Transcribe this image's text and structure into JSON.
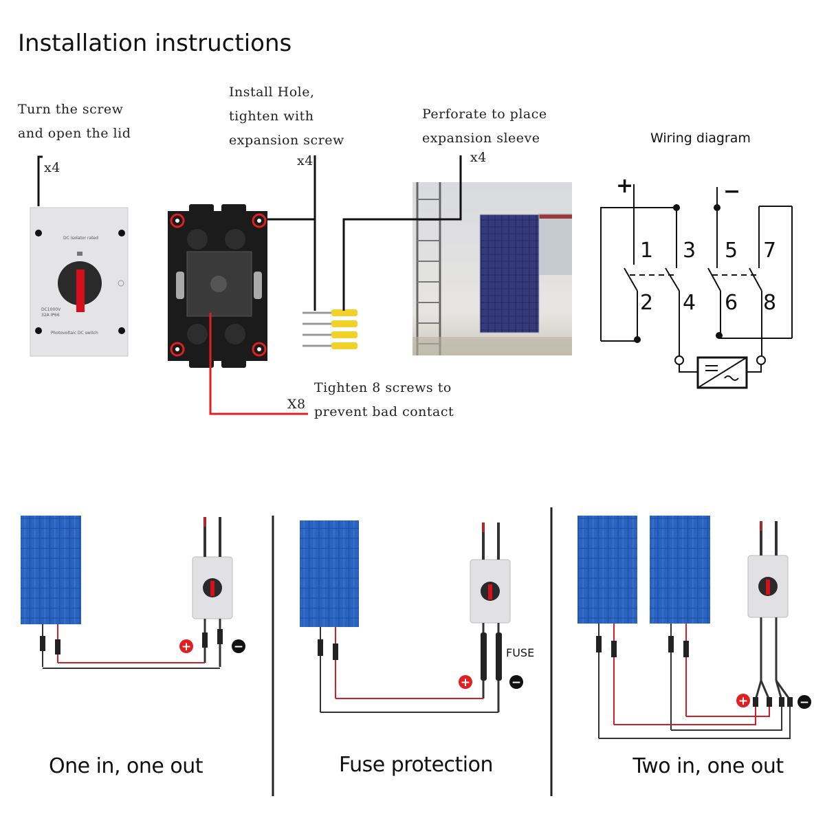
{
  "title": "Installation instructions",
  "steps": {
    "screw": {
      "line1": "Turn the screw",
      "line2": "and open the lid",
      "qty": "x4"
    },
    "hole": {
      "line1": "Install Hole,",
      "line2": "tighten with",
      "line3": "expansion screw",
      "qty": "x4"
    },
    "perforate": {
      "line1": "Perforate to place",
      "line2": "expansion sleeve",
      "qty": "x4"
    },
    "tighten": {
      "line1": "Tighten 8 screws to",
      "line2": "prevent bad contact",
      "qty": "X8"
    }
  },
  "wiring": {
    "title": "Wiring diagram",
    "plus": "+",
    "minus": "−",
    "pins": [
      "1",
      "3",
      "5",
      "7",
      "2",
      "4",
      "6",
      "8"
    ]
  },
  "scenarios": [
    {
      "caption": "One in, one out"
    },
    {
      "caption": "Fuse protection",
      "fuse_label": "FUSE"
    },
    {
      "caption": "Two in, one out"
    }
  ],
  "symbols": {
    "plus": "+",
    "minus": "−"
  },
  "colors": {
    "red_wire": "#d21f26",
    "black_wire": "#333333",
    "panel_blue": "#1f4fa8",
    "marker_red": "#e02020"
  }
}
